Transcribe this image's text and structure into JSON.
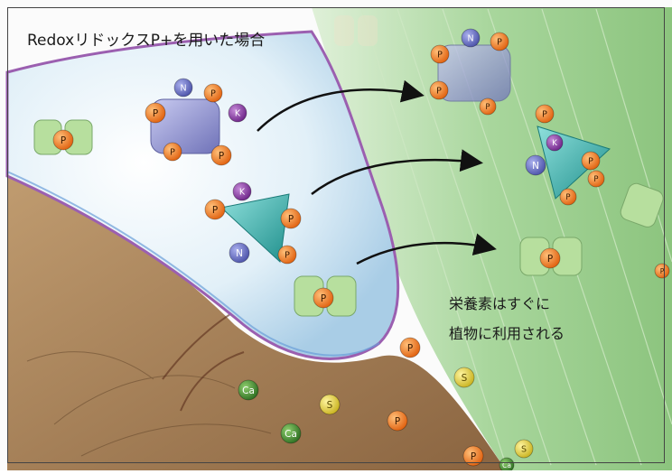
{
  "title": "RedoxリドックスP+を用いた場合",
  "caption_line1": "栄養素はすぐに",
  "caption_line2": "植物に利用される",
  "ions": {
    "phosphorus": "P",
    "nitrogen": "N",
    "potassium": "K",
    "calcium": "Ca",
    "sulfur": "S"
  },
  "colors": {
    "soil": "#b08a5e",
    "soil_dark": "#7a5a3c",
    "water": "#cfe6f3",
    "water_edge": "#9b5fb0",
    "root": "#a9d6a3",
    "root_dark": "#6fb36a",
    "phosphorus_ball": "#f07a20",
    "nitrogen_ball": "#6f78c8",
    "potassium_ball": "#8e3aa8",
    "calcium_ball": "#3f8a2e",
    "sulfur_ball": "#e6d23a",
    "cube": "#8b8fd0",
    "pyramid": "#3fb3b0",
    "leaf_pair": "#b7df9e"
  }
}
